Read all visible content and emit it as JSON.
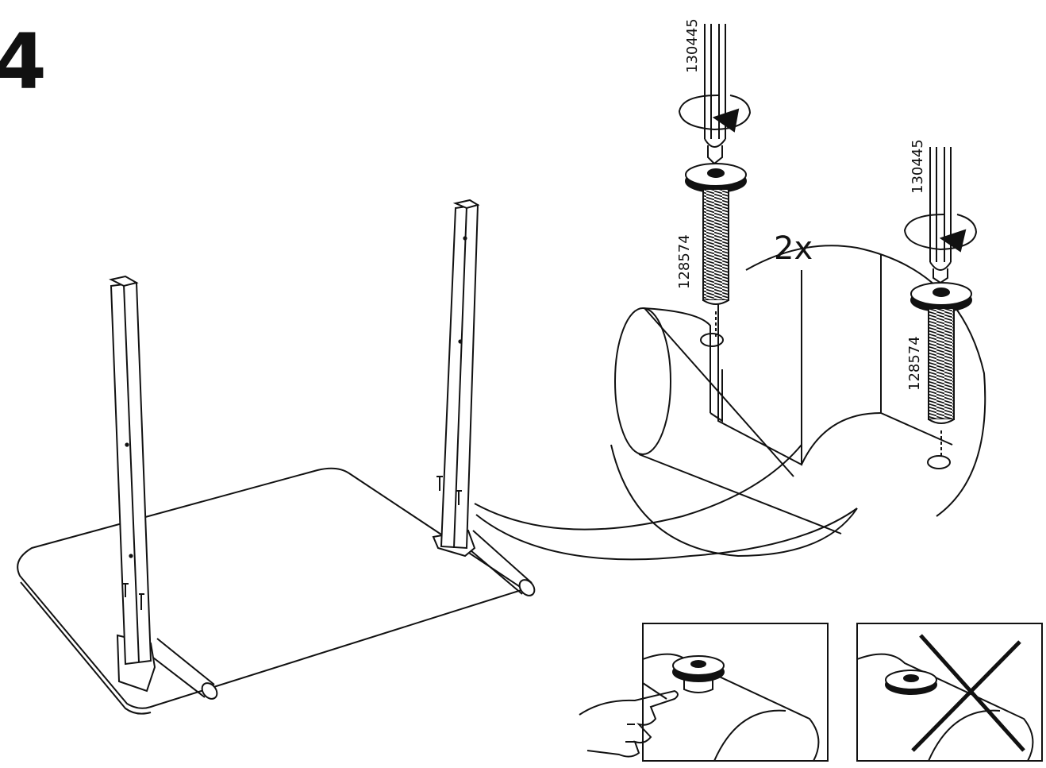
{
  "step": {
    "number": "4"
  },
  "parts": {
    "tool_id": "130445",
    "screw_id": "128574",
    "quantity": "2x"
  },
  "checks": {
    "correct": "correct-seating",
    "incorrect": "incorrect-seating"
  },
  "colors": {
    "ink": "#111111",
    "paper": "#ffffff"
  }
}
